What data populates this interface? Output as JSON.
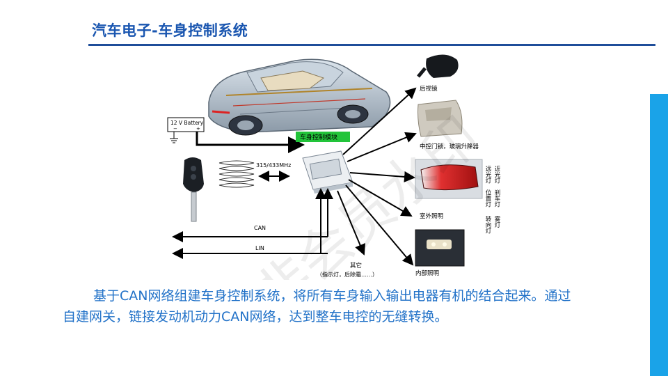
{
  "slide": {
    "title": "汽车电子-车身控制系统",
    "watermark": "非会员水印",
    "body_line1": "基于CAN网络组建车身控制系统，将所有车身输入输出电器有机的结合起来。通过",
    "body_line2": "自建网关，链接发动机动力CAN网络，达到整车电控的无缝转换。"
  },
  "diagram": {
    "battery_label": "12 V Battery",
    "battery_plus": "+",
    "battery_minus": "−",
    "module_label": "车身控制模块",
    "frequency_label": "315/433MHz",
    "can_label": "CAN",
    "lin_label": "LIN",
    "mirror_label": "后视镜",
    "door_label": "中控门锁，玻璃升降器",
    "exterior_label": "室外照明",
    "interior_label": "内部照明",
    "other_label": "其它",
    "other_sub": "（指示灯，后除霜……）",
    "lamp_labels": {
      "col1": "远光灯",
      "col2": "近光灯",
      "col3": "位置灯",
      "col4": "刹车灯",
      "col5": "转向灯",
      "col6": "雾灯"
    }
  },
  "colors": {
    "title": "#1a56b0",
    "rule": "#1f4e9a",
    "accent_bar": "#1aa3e8",
    "body_text": "#2272c8",
    "module_bg": "#22c43a"
  }
}
